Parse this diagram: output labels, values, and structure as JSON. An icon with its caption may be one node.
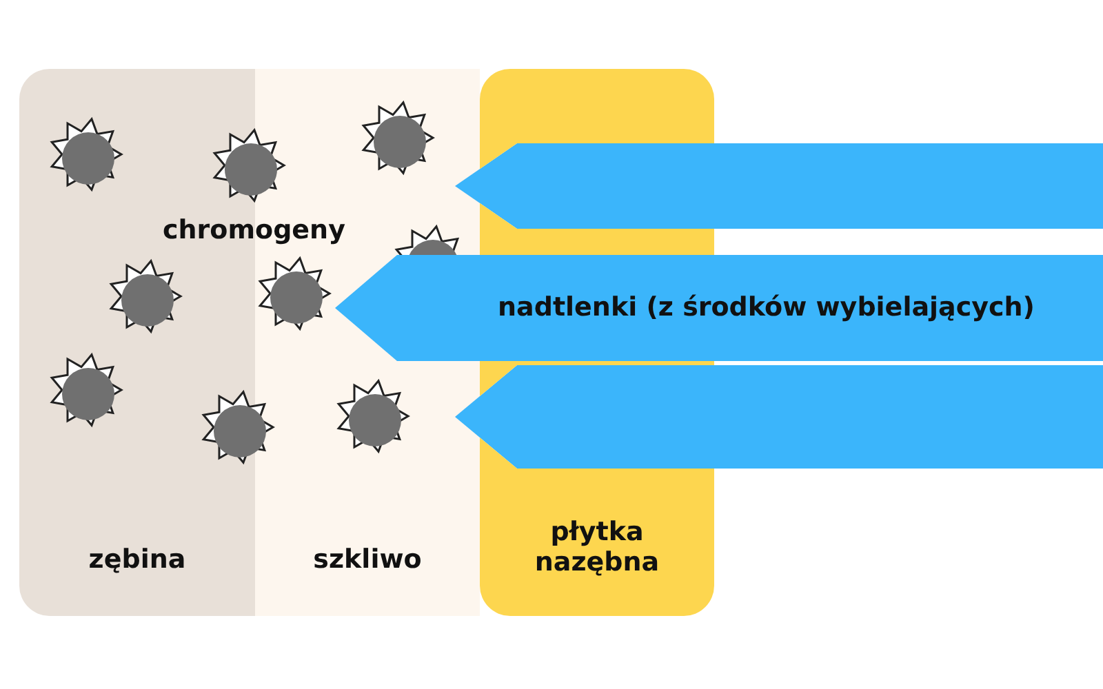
{
  "diagram": {
    "nodes": [
      {
        "text": [
          "zębina"
        ]
      },
      {
        "text": [
          "szkliwo"
        ]
      },
      {
        "text": [
          "płytka nazębna"
        ]
      },
      {
        "text": [],
        "shape": "arrow"
      },
      {
        "text": [
          "nadtlenki (z środków wybielających)"
        ]
      },
      {
        "text": [],
        "shape": "arrow"
      }
    ],
    "edges": [],
    "labels": [
      "chromogeny"
    ]
  }
}
